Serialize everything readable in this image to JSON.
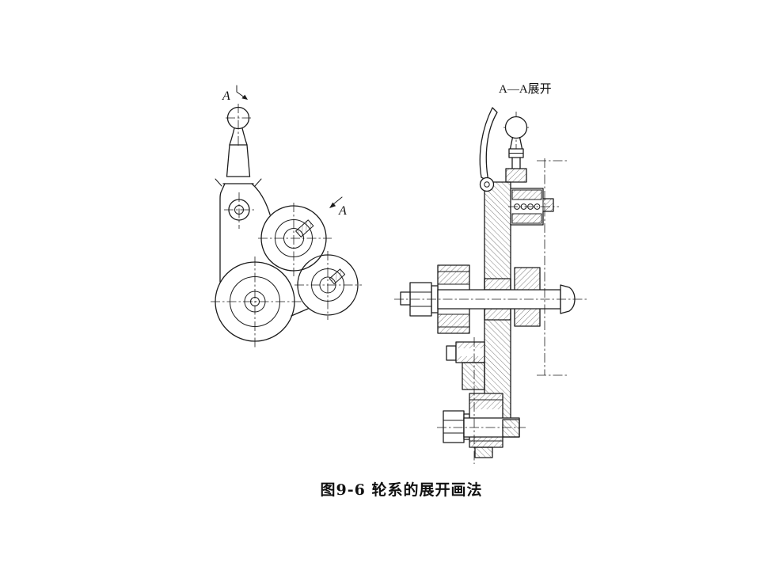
{
  "page": {
    "background": "#ffffff",
    "line_color": "#1c1c1c"
  },
  "figure": {
    "caption": "图9-6  轮系的展开画法"
  },
  "left_view": {
    "section_label_top": "A",
    "section_label_side": "A"
  },
  "right_view": {
    "title": "A—A展开"
  }
}
